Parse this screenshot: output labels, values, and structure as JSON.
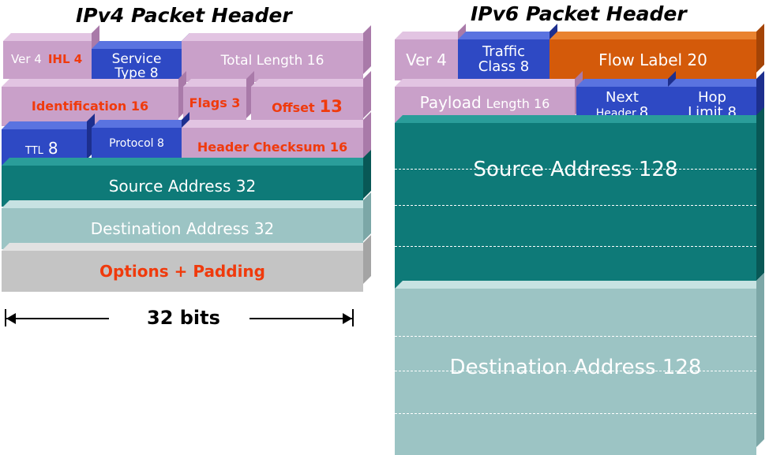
{
  "ipv4": {
    "title": "IPv4 Packet Header",
    "ver": "Ver 4",
    "ihl": "IHL 4",
    "service_type": "Service Type 8",
    "total_length": "Total Length 16",
    "identification": "Identification 16",
    "flags": "Flags 3",
    "offset_label": "Offset",
    "offset_value": "13",
    "ttl_label": "TTL",
    "ttl_value": "8",
    "protocol": "Protocol 8",
    "header_checksum": "Header Checksum 16",
    "source_address": "Source Address 32",
    "destination_address": "Destination Address 32",
    "options_padding": "Options + Padding",
    "width_label": "32 bits"
  },
  "ipv6": {
    "title": "IPv6 Packet Header",
    "ver": "Ver 4",
    "traffic_class_line1": "Traffic",
    "traffic_class_line2": "Class 8",
    "flow_label": "Flow Label 20",
    "payload_label": "Payload",
    "payload_length": "Length 16",
    "next_header_line1": "Next",
    "next_header_line2a": "Header",
    "next_header_line2b": "8",
    "hop_limit_line1": "Hop",
    "hop_limit_line2": "Limit 8",
    "source_address": "Source Address 128",
    "destination_address": "Destination Address 128"
  },
  "colors": {
    "pink": "#c9a0c9",
    "pink_top": "#e2c4e2",
    "pink_side": "#a97aa9",
    "blue": "#2e49c4",
    "blue_top": "#5a73e0",
    "blue_side": "#1d2f8e",
    "teal": "#0e7a78",
    "teal_top": "#2a9d9a",
    "teal_side": "#085856",
    "lightteal": "#9cc4c4",
    "lightteal_top": "#c7e2e2",
    "lightteal_side": "#7ca7a7",
    "grey": "#c4c4c4",
    "grey_top": "#e2e2e2",
    "grey_side": "#a4a4a4",
    "orange": "#d45a0a",
    "orange_top": "#e9822f",
    "orange_side": "#a44406",
    "accent_red": "#f03a0c"
  }
}
